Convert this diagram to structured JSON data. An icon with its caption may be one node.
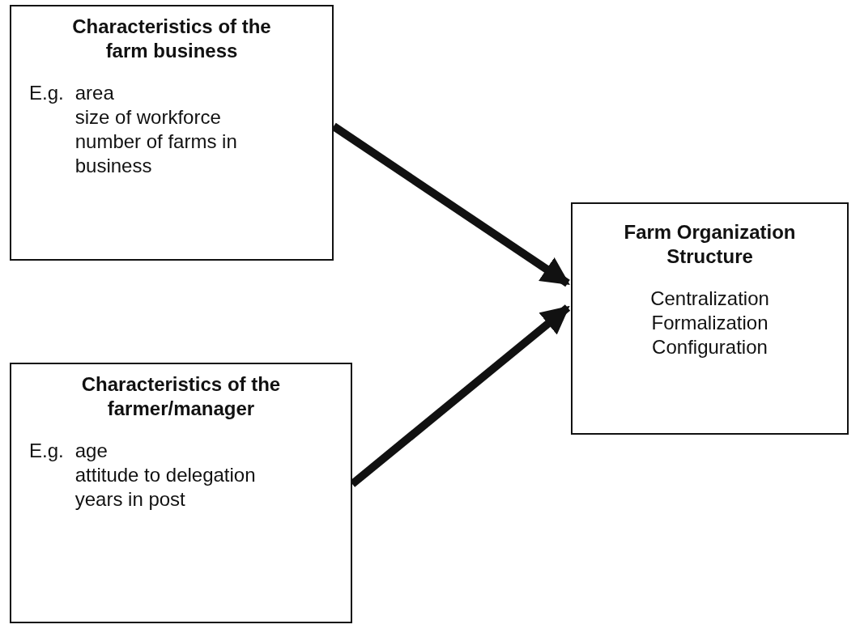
{
  "diagram": {
    "nodes": [
      {
        "text": [
          "Characteristics of the farm business",
          "E.g.",
          "area",
          "size of workforce",
          "number of farms in business"
        ]
      },
      {
        "text": [
          "Characteristics of the farmer/manager",
          "E.g.",
          "age",
          "attitude to delegation",
          "years in post"
        ]
      },
      {
        "text": [
          "Farm Organization Structure",
          "Centralization",
          "Formalization",
          "Configuration"
        ]
      }
    ],
    "edges": [
      {
        "from": 0,
        "to": 2,
        "arrow": "to"
      },
      {
        "from": 1,
        "to": 2,
        "arrow": "to"
      }
    ]
  }
}
